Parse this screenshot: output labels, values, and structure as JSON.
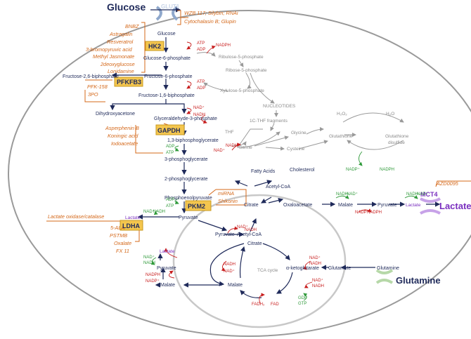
{
  "titles": {
    "glucose": "Glucose",
    "lactate": "Lactate",
    "glutamine": "Glutamine"
  },
  "transporters": {
    "glut": "GLUT1",
    "mct4": "MCT4"
  },
  "enzymes": {
    "hk2": "HK2",
    "pfkfb3": "PFKFB3",
    "gapdh": "GAPDH",
    "pkm2": "PKM2",
    "ldha": "LDHA"
  },
  "inhibitors": {
    "glut": [
      "WZB 117; Silybin; RNAi",
      "Cytochalasin B; Glupin"
    ],
    "hk2": [
      "BNBZ",
      "Astragalin",
      "Resveratrol",
      "3-bromopyruvic acid",
      "Methyl Jasmonate",
      "2deoxyglucose",
      "Lonidamine"
    ],
    "pfkfb3": [
      "PFK-158",
      "3PO"
    ],
    "gapdh": [
      "Asperphenin B",
      "Koningic acid",
      "Iodoacetate"
    ],
    "pkm2": [
      "miRNA",
      "Shikonin"
    ],
    "mct4": [
      "AZD0095"
    ],
    "lactate": [
      "Lactate oxidase/catalase"
    ],
    "ldha": [
      "5-ALA",
      "PSTMB",
      "Oxalate",
      "FX 11"
    ]
  },
  "metabolites": {
    "glucose": "Glucose",
    "g6p": "Glucose-6-phosphate",
    "f6p": "Fructose-6-phosphate",
    "f26bp": "Fructose-2,6-biphosphate",
    "f16bp": "Fructose-1,6-biphosphate",
    "dhap": "Dihydroxyacetone",
    "g3p": "Glyceraldehyde-3-phosphate",
    "bpg": "1,3-biphosphoglycerate",
    "pg3": "3-phosphoglycerate",
    "pg2": "2-phosphoglycerate",
    "pep": "Phosphoenolpyruvate",
    "pyruvate": "Pyruvate",
    "lactate": "Lactate"
  },
  "side": {
    "ribulose": "Ribulose-5-phosphate",
    "ribose": "Ribose-5-phosphate",
    "xylulose": "Xylulose-5-phosphate",
    "nucleotides": "NUCLEOTIDES",
    "thf_fragments": "1C-THF fragments",
    "thf": "THF",
    "glycine": "Glycine",
    "serine": "Serine",
    "cysteine": "Cysteine",
    "glutathione": "Glutathione",
    "gssg_line1": "Glutathione",
    "gssg_line2": "disulfide",
    "h2o2": "H₂O₂",
    "h2o": "H₂O"
  },
  "tca": {
    "fatty_acids": "Fatty Acids",
    "cholesterol": "Cholesterol",
    "acetyl_coa": "Acetyl-CoA",
    "citrate": "Citrate",
    "oxaloacetate": "Oxaloacetate",
    "malate": "Malate",
    "pyruvate": "Pyruvate",
    "lactate": "Lactate",
    "cycle_label": "TCA cycle",
    "akg": "α-ketoglutarate",
    "glutamate": "Glutamate",
    "glutamine": "Glutamine"
  },
  "cof": {
    "atp": "ATP",
    "adp": "ADP",
    "nad": "NAD⁺",
    "nadh": "NADH",
    "nadp": "NADP⁺",
    "nadph": "NADPH",
    "fadh2": "FADH₂",
    "fad": "FAD",
    "gdp": "GDP",
    "gtp": "GTP"
  },
  "colors": {
    "metabolite": "#1f2a5a",
    "inhibitor": "#d4681a",
    "cofactor_red": "#c81e1e",
    "cofactor_green": "#2f9a3a",
    "side_pathway": "#8a8a8a",
    "lactate": "#7a2fbf",
    "enzyme_box": "#f4c64e"
  }
}
